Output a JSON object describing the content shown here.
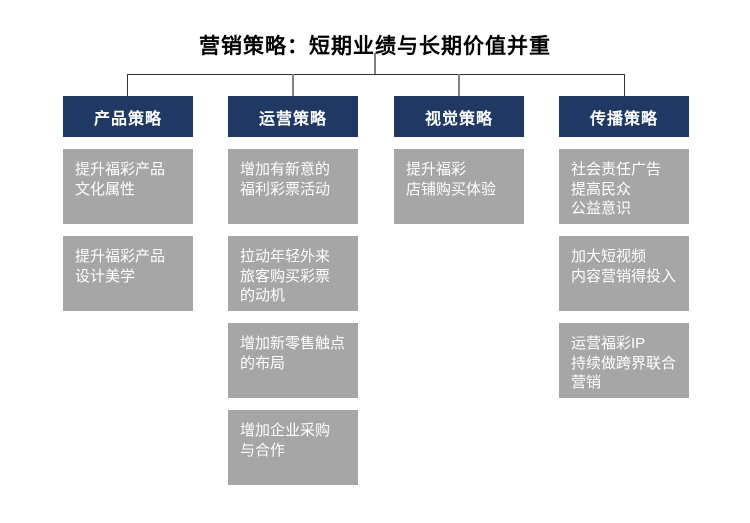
{
  "title": "营销策略：短期业绩与长期价值并重",
  "colors": {
    "header_bg": "#1f3864",
    "item_bg": "#a6a6a6",
    "connector_line": "#333333",
    "title_stub": "#808080",
    "title_text": "#000000",
    "box_text": "#ffffff"
  },
  "columns": [
    {
      "header": "产品策略",
      "items": [
        "提升福彩产品\n文化属性",
        "提升福彩产品\n设计美学"
      ]
    },
    {
      "header": "运营策略",
      "items": [
        "增加有新意的\n福利彩票活动",
        "拉动年轻外来\n旅客购买彩票\n的动机",
        "增加新零售触点\n的布局",
        "增加企业采购\n与合作"
      ]
    },
    {
      "header": "视觉策略",
      "items": [
        "提升福彩\n店铺购买体验"
      ]
    },
    {
      "header": "传播策略",
      "items": [
        "社会责任广告\n提高民众\n公益意识",
        "加大短视频\n内容营销得投入",
        "运营福彩IP\n持续做跨界联合\n营销"
      ]
    }
  ]
}
